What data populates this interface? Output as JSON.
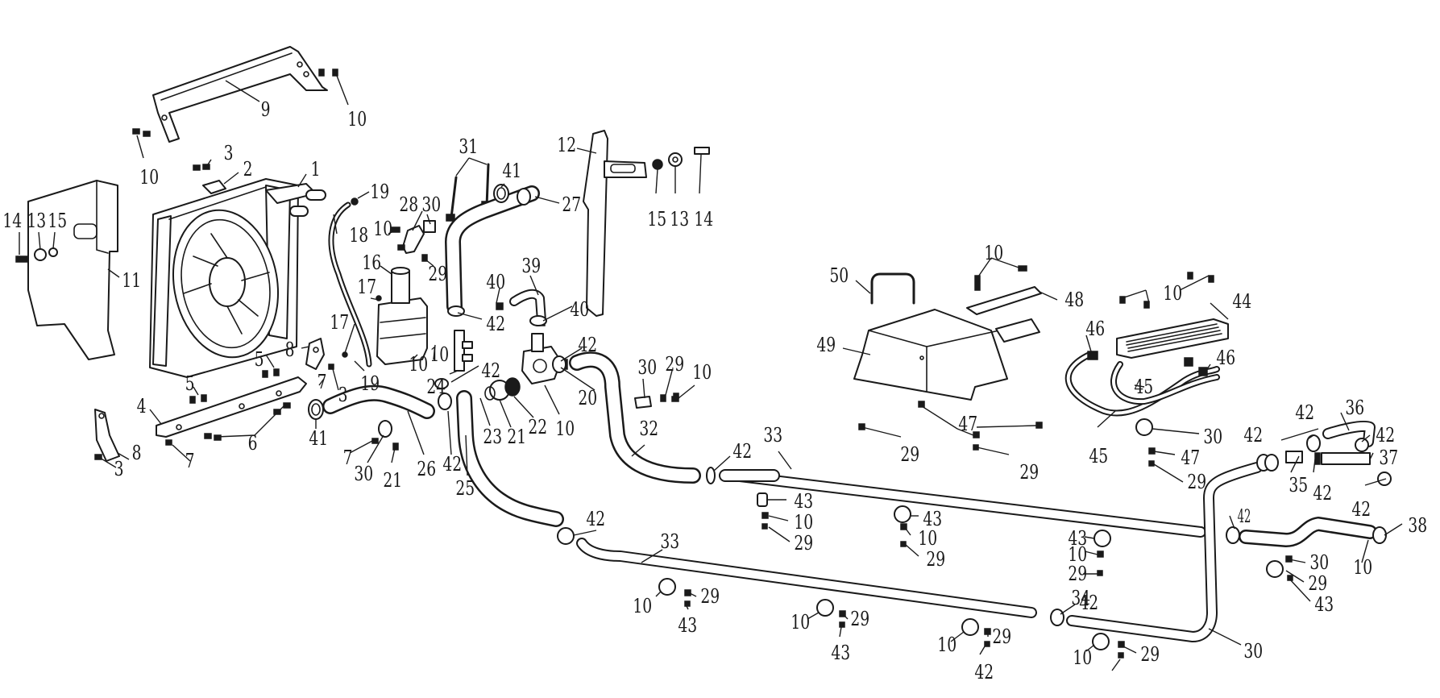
{
  "callouts": [
    {
      "id": "c-9",
      "text": "9"
    },
    {
      "id": "c-10a",
      "text": "10"
    },
    {
      "id": "c-10b",
      "text": "10"
    },
    {
      "id": "c-3a",
      "text": "3"
    },
    {
      "id": "c-2",
      "text": "2"
    },
    {
      "id": "c-1",
      "text": "1"
    },
    {
      "id": "c-14a",
      "text": "14"
    },
    {
      "id": "c-13a",
      "text": "13"
    },
    {
      "id": "c-15a",
      "text": "15"
    },
    {
      "id": "c-11",
      "text": "11"
    },
    {
      "id": "c-19a",
      "text": "19"
    },
    {
      "id": "c-18",
      "text": "18"
    },
    {
      "id": "c-28",
      "text": "28"
    },
    {
      "id": "c-30a",
      "text": "30"
    },
    {
      "id": "c-10c",
      "text": "10"
    },
    {
      "id": "c-29a",
      "text": "29"
    },
    {
      "id": "c-31",
      "text": "31"
    },
    {
      "id": "c-41a",
      "text": "41"
    },
    {
      "id": "c-27",
      "text": "27"
    },
    {
      "id": "c-12",
      "text": "12"
    },
    {
      "id": "c-15b",
      "text": "15"
    },
    {
      "id": "c-13b",
      "text": "13"
    },
    {
      "id": "c-14b",
      "text": "14"
    },
    {
      "id": "c-16",
      "text": "16"
    },
    {
      "id": "c-17a",
      "text": "17"
    },
    {
      "id": "c-17b",
      "text": "17"
    },
    {
      "id": "c-40a",
      "text": "40"
    },
    {
      "id": "c-39",
      "text": "39"
    },
    {
      "id": "c-40b",
      "text": "40"
    },
    {
      "id": "c-42a",
      "text": "42"
    },
    {
      "id": "c-42b",
      "text": "42"
    },
    {
      "id": "c-10d",
      "text": "10"
    },
    {
      "id": "c-10e",
      "text": "10"
    },
    {
      "id": "c-24",
      "text": "24"
    },
    {
      "id": "c-42c",
      "text": "42"
    },
    {
      "id": "c-19b",
      "text": "19"
    },
    {
      "id": "c-8a",
      "text": "8"
    },
    {
      "id": "c-5a",
      "text": "5"
    },
    {
      "id": "c-5b",
      "text": "5"
    },
    {
      "id": "c-7a",
      "text": "7"
    },
    {
      "id": "c-3b",
      "text": "3"
    },
    {
      "id": "c-4",
      "text": "4"
    },
    {
      "id": "c-6",
      "text": "6"
    },
    {
      "id": "c-7b",
      "text": "7"
    },
    {
      "id": "c-8b",
      "text": "8"
    },
    {
      "id": "c-3c",
      "text": "3"
    },
    {
      "id": "c-41b",
      "text": "41"
    },
    {
      "id": "c-7c",
      "text": "7"
    },
    {
      "id": "c-30b",
      "text": "30"
    },
    {
      "id": "c-21a",
      "text": "21"
    },
    {
      "id": "c-26",
      "text": "26"
    },
    {
      "id": "c-42d",
      "text": "42"
    },
    {
      "id": "c-25",
      "text": "25"
    },
    {
      "id": "c-23",
      "text": "23"
    },
    {
      "id": "c-21b",
      "text": "21"
    },
    {
      "id": "c-22",
      "text": "22"
    },
    {
      "id": "c-10f",
      "text": "10"
    },
    {
      "id": "c-20",
      "text": "20"
    },
    {
      "id": "c-30c",
      "text": "30"
    },
    {
      "id": "c-29b",
      "text": "29"
    },
    {
      "id": "c-10g",
      "text": "10"
    },
    {
      "id": "c-32",
      "text": "32"
    },
    {
      "id": "c-42e",
      "text": "42"
    },
    {
      "id": "c-42f",
      "text": "42"
    },
    {
      "id": "c-33a",
      "text": "33"
    },
    {
      "id": "c-33b",
      "text": "33"
    },
    {
      "id": "c-50",
      "text": "50"
    },
    {
      "id": "c-10h",
      "text": "10"
    },
    {
      "id": "c-48",
      "text": "48"
    },
    {
      "id": "c-49",
      "text": "49"
    },
    {
      "id": "c-47a",
      "text": "47"
    },
    {
      "id": "c-29c",
      "text": "29"
    },
    {
      "id": "c-29d",
      "text": "29"
    },
    {
      "id": "c-10i",
      "text": "10"
    },
    {
      "id": "c-44",
      "text": "44"
    },
    {
      "id": "c-46a",
      "text": "46"
    },
    {
      "id": "c-46b",
      "text": "46"
    },
    {
      "id": "c-45a",
      "text": "45"
    },
    {
      "id": "c-45b",
      "text": "45"
    },
    {
      "id": "c-30d",
      "text": "30"
    },
    {
      "id": "c-47b",
      "text": "47"
    },
    {
      "id": "c-29e",
      "text": "29"
    },
    {
      "id": "c-36",
      "text": "36"
    },
    {
      "id": "c-42g",
      "text": "42"
    },
    {
      "id": "c-42h",
      "text": "42"
    },
    {
      "id": "c-42i",
      "text": "42"
    },
    {
      "id": "c-37",
      "text": "37"
    },
    {
      "id": "c-35",
      "text": "35"
    },
    {
      "id": "c-42j",
      "text": "42"
    },
    {
      "id": "c-42k",
      "text": "42"
    },
    {
      "id": "c-43a",
      "text": "43"
    },
    {
      "id": "c-10j",
      "text": "10"
    },
    {
      "id": "c-29f",
      "text": "29"
    },
    {
      "id": "c-43b",
      "text": "43"
    },
    {
      "id": "c-10k",
      "text": "10"
    },
    {
      "id": "c-29g",
      "text": "29"
    },
    {
      "id": "c-43c",
      "text": "43"
    },
    {
      "id": "c-10l",
      "text": "10"
    },
    {
      "id": "c-29h",
      "text": "29"
    },
    {
      "id": "c-42l",
      "text": "42"
    },
    {
      "id": "c-42m",
      "text": "42"
    },
    {
      "id": "c-38",
      "text": "38"
    },
    {
      "id": "c-10m",
      "text": "10"
    },
    {
      "id": "c-30e",
      "text": "30"
    },
    {
      "id": "c-29i",
      "text": "29"
    },
    {
      "id": "c-43d",
      "text": "43"
    },
    {
      "id": "c-10n",
      "text": "10"
    },
    {
      "id": "c-29j",
      "text": "29"
    },
    {
      "id": "c-43e",
      "text": "43"
    },
    {
      "id": "c-10o",
      "text": "10"
    },
    {
      "id": "c-29k",
      "text": "29"
    },
    {
      "id": "c-43f",
      "text": "43"
    },
    {
      "id": "c-10p",
      "text": "10"
    },
    {
      "id": "c-29l",
      "text": "29"
    },
    {
      "id": "c-42n",
      "text": "42"
    },
    {
      "id": "c-34",
      "text": "34"
    },
    {
      "id": "c-30f",
      "text": "30"
    },
    {
      "id": "c-10q",
      "text": "10"
    },
    {
      "id": "c-29m",
      "text": "29"
    }
  ]
}
